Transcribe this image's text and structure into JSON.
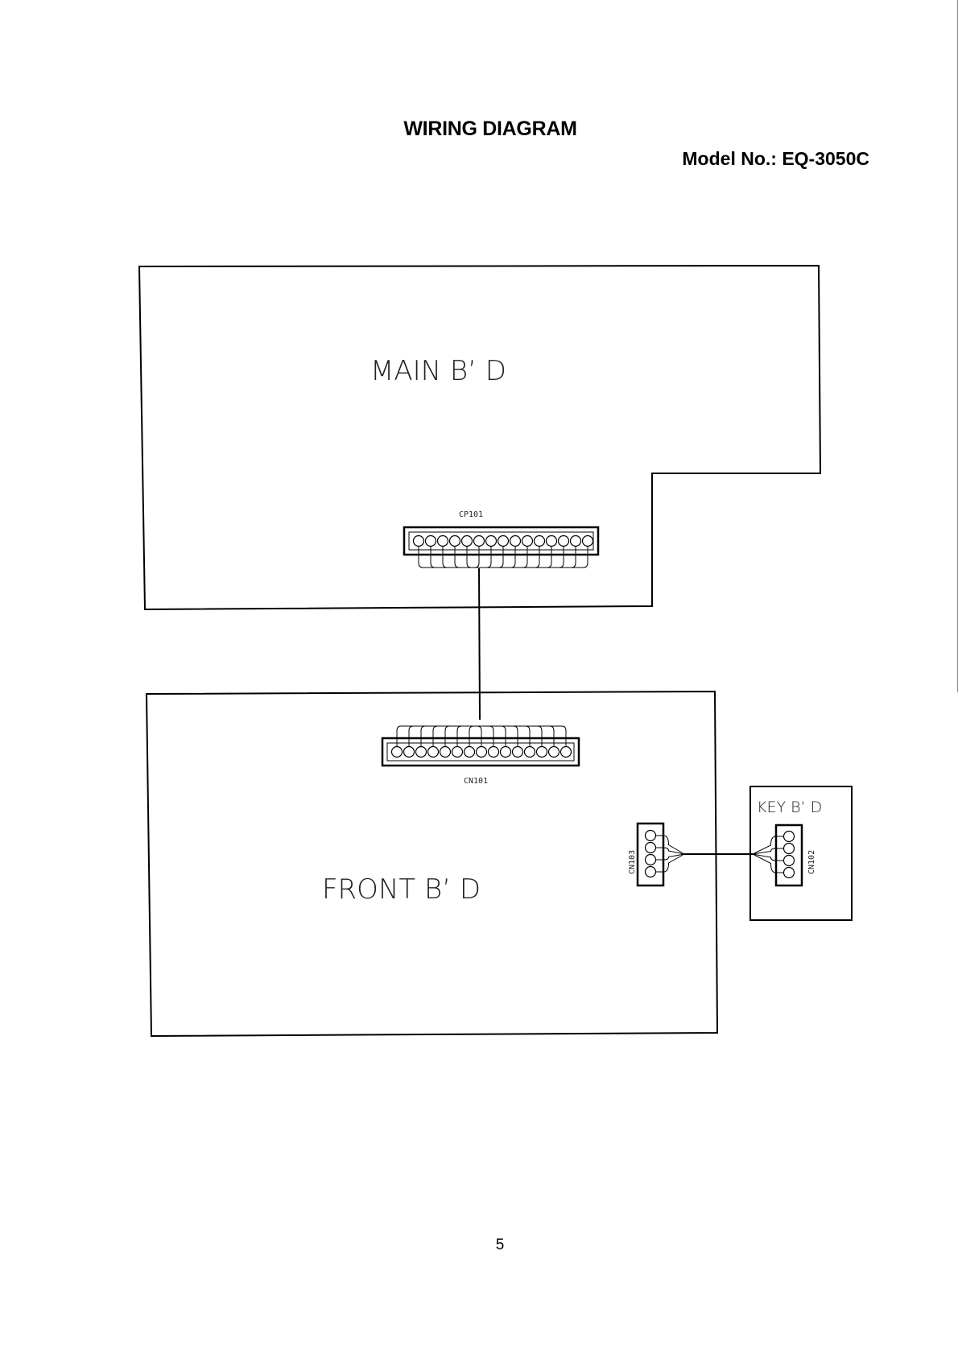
{
  "header": {
    "title": "WIRING DIAGRAM",
    "model": "Model No.: EQ-3050C"
  },
  "boards": {
    "main": "MAIN B’ D",
    "front": "FRONT B’ D",
    "key": "KEY B’ D"
  },
  "connectors": {
    "cp101": "CP101",
    "cn101": "CN101",
    "cn103": "CN103",
    "cn102": "CN102"
  },
  "footer": {
    "page_number": "5"
  }
}
